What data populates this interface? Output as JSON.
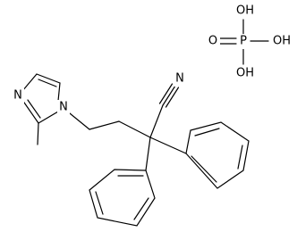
{
  "molecule": {
    "imidazole_n1": "N",
    "imidazole_n3": "N",
    "nitrile_n": "N"
  },
  "phosphoric_acid": {
    "p": "P",
    "o_double": "O",
    "oh_top": "OH",
    "oh_right": "OH",
    "oh_bottom": "OH"
  }
}
